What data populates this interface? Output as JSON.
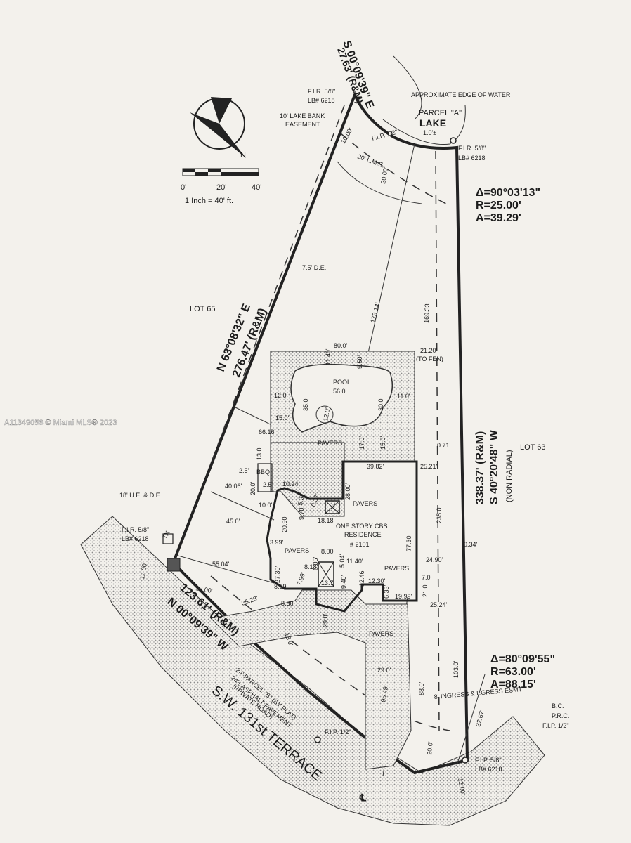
{
  "watermark": "A11349056 © Miami MLS® 2023",
  "colors": {
    "paper": "#f3f1ec",
    "ink": "#222222",
    "stipple": "#8a8a8a"
  },
  "north_arrow": {
    "icon": "north-arrow-icon",
    "label": "N"
  },
  "scale_bar": {
    "ticks": [
      "0'",
      "20'",
      "40'"
    ],
    "text": "1 Inch = 40' ft."
  },
  "lake": {
    "bearing_label": "S 00°09'39\" E",
    "distance_label": "27.63' (R&M)",
    "edge_label": "APPROXIMATE EDGE OF WATER",
    "parcel_label": "PARCEL \"A\"",
    "lake_label": "LAKE",
    "lake_gap": "1.0'±"
  },
  "monuments": {
    "fir_top_left": [
      "F.I.R. 5/8\"",
      "LB# 6218"
    ],
    "fir_top_right": [
      "F.I.R. 5/8\"",
      "LB# 6218"
    ],
    "fip_top": "F.I.P. 1/2\"",
    "fir_left": [
      "F.I.R. 5/8\"",
      "LB# 6218"
    ],
    "fip_bottom": "F.I.P. 1/2\"",
    "fir_bottom_right": [
      "F.I.P. 5/8\"",
      "LB# 6218"
    ],
    "bc_prc": [
      "B.C.",
      "P.R.C.",
      "F.I.P. 1/2\""
    ]
  },
  "easements": {
    "lake_bank": [
      "10' LAKE BANK",
      "EASEMENT"
    ],
    "lme": "20' L.M.E.",
    "de": "7.5' D.E.",
    "ue_de": "18' U.E. & D.E.",
    "ingress": "8' INGRESS & EGRESS ESMT."
  },
  "curve_top": {
    "delta": "Δ=90°03'13\"",
    "radius": "R=25.00'",
    "arc": "A=39.29'"
  },
  "curve_bottom": {
    "delta": "Δ=80°09'55\"",
    "radius": "R=63.00'",
    "arc": "A=88.15'"
  },
  "lots": {
    "lot65": "LOT 65",
    "lot63": "LOT 63"
  },
  "boundary": {
    "west_bearing": "N 63°08'32\" E",
    "west_distance": "276.47' (R&M)",
    "east_distance": "338.37' (R&M)",
    "east_bearing": "S 40°20'48\" W",
    "east_note": "(NON RADIAL)",
    "south_distance": "123.61' (R&M)",
    "south_bearing": "N 00°09'39\" W"
  },
  "street": {
    "name": "S.W. 131st TERRACE",
    "parcel_b": "24' PARCEL \"B\" (BY PLAT)",
    "asphalt": "24'± ASPHALT PAVEMENT",
    "private": "(PRIVATE ROAD)",
    "centerline": "℄"
  },
  "pool": {
    "title": "POOL",
    "width": "56.0'"
  },
  "residence": {
    "line1": "ONE STORY CBS",
    "line2": "RESIDENCE",
    "line3": "# 2101"
  },
  "labels": {
    "pavers": "PAVERS",
    "bbq": "BBQ",
    "d_80": "80.0'",
    "d_11_40": "11.40'",
    "d_9_50": "9.50'",
    "d_12_0": "12.0'",
    "d_35_0": "35.0'",
    "d_12_0b": "12.0'",
    "d_30_0": "30.0'",
    "d_11_0": "11.0'",
    "d_15_0": "15.0'",
    "d_17_0": "17.0'",
    "d_15_0b": "15.0'",
    "d_66_16": "66.16'",
    "d_13_0": "13.0'",
    "d_2_5": "2.5'",
    "d_2_5b": "2.5'",
    "d_20_0": "20.0'",
    "d_10_24": "10.24'",
    "d_40_06": "40.06'",
    "d_10_0": "10.0'",
    "d_45_0": "45.0'",
    "d_5_31": "5.31'",
    "d_6_37": "6.37'",
    "d_9_70": "9.70'",
    "d_18_18": "18.18'",
    "d_20_90": "20.90'",
    "d_3_99": "3.99'",
    "d_28_00": "28.00'",
    "d_39_82": "39.82'",
    "d_25_21": "25.21'",
    "d_0_71": "0.71'",
    "d_235_0": "235.0'",
    "d_77_30": "77.30'",
    "d_173_14": "173.14'",
    "d_169_33": "169.33'",
    "d_21_20": "21.20'",
    "to_fen": "(TO FEN)",
    "d_10_00": "10.00'",
    "d_20_00": "20.00'",
    "d_55_04": "55.04'",
    "d_12_00": "12.00'",
    "d_18_00": "18.00'",
    "d_35_28": "35.28'",
    "d_27_30": "27.30'",
    "d_8_29": "8.29'",
    "d_8_30": "8.30'",
    "d_7_99": "7.99'",
    "d_8_18": "8.18'",
    "d_6_05": "6.05'",
    "d_8_00": "8.00'",
    "d_5_04": "5.04'",
    "d_11_40b": "11.40'",
    "d_13_7": "13.7'",
    "d_9_40": "9.40'",
    "d_12_46": "12.46'",
    "d_12_30": "12.30'",
    "d_6_33": "6.33'",
    "d_19_99": "19.99'",
    "d_7_0": "7.0'",
    "d_21_0": "21.0'",
    "d_24_90": "24.90'",
    "d_0_34": "0.34'",
    "d_25_24": "25.24'",
    "d_29_0": "29.0'",
    "d_13_0b": "13.0'",
    "d_29_0b": "29.0'",
    "d_95_49": "95.49'",
    "d_88_0": "88.0'",
    "d_103_0": "103.0'",
    "d_20_0b": "20.0'",
    "d_32_67": "32.67'",
    "d_12_00b": "12.00'",
    "tx": "TX"
  }
}
